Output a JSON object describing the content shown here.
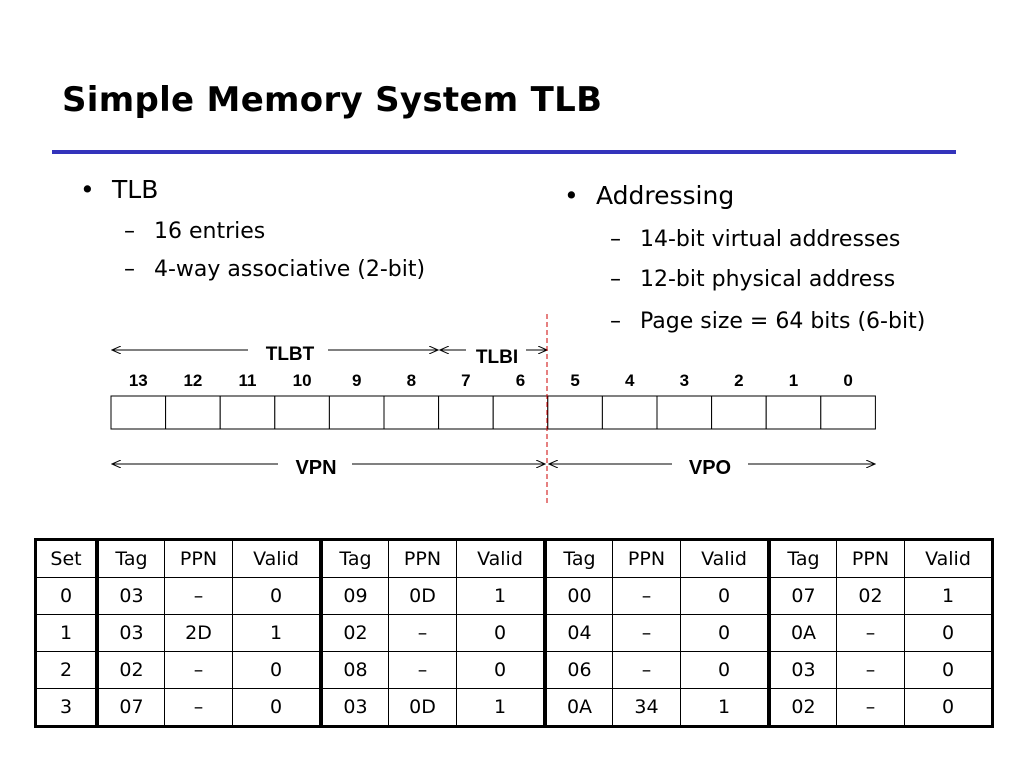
{
  "title": "Simple Memory System TLB",
  "tlb_section": {
    "heading": "TLB",
    "items": [
      "16 entries",
      "4-way associative (2-bit)"
    ]
  },
  "addressing_section": {
    "heading": "Addressing",
    "items": [
      "14-bit virtual addresses",
      "12-bit physical address",
      "Page size = 64 bits (6-bit)"
    ]
  },
  "bullet_char": "•",
  "dash_char": "–",
  "diagram": {
    "top_labels": {
      "tlbt": "TLBT",
      "tlbi": "TLBI"
    },
    "bottom_labels": {
      "vpn": "VPN",
      "vpo": "VPO"
    },
    "bit_numbers": [
      "13",
      "12",
      "11",
      "10",
      "9",
      "8",
      "7",
      "6",
      "5",
      "4",
      "3",
      "2",
      "1",
      "0"
    ]
  },
  "table": {
    "headers": [
      "Set",
      "Tag",
      "PPN",
      "Valid",
      "Tag",
      "PPN",
      "Valid",
      "Tag",
      "PPN",
      "Valid",
      "Tag",
      "PPN",
      "Valid"
    ],
    "rows": [
      [
        "0",
        "03",
        "–",
        "0",
        "09",
        "0D",
        "1",
        "00",
        "–",
        "0",
        "07",
        "02",
        "1"
      ],
      [
        "1",
        "03",
        "2D",
        "1",
        "02",
        "–",
        "0",
        "04",
        "–",
        "0",
        "0A",
        "–",
        "0"
      ],
      [
        "2",
        "02",
        "–",
        "0",
        "08",
        "–",
        "0",
        "06",
        "–",
        "0",
        "03",
        "–",
        "0"
      ],
      [
        "3",
        "07",
        "–",
        "0",
        "03",
        "0D",
        "1",
        "0A",
        "34",
        "1",
        "02",
        "–",
        "0"
      ]
    ]
  },
  "colors": {
    "rule": "#3333bb",
    "divider": "#cc0000"
  }
}
